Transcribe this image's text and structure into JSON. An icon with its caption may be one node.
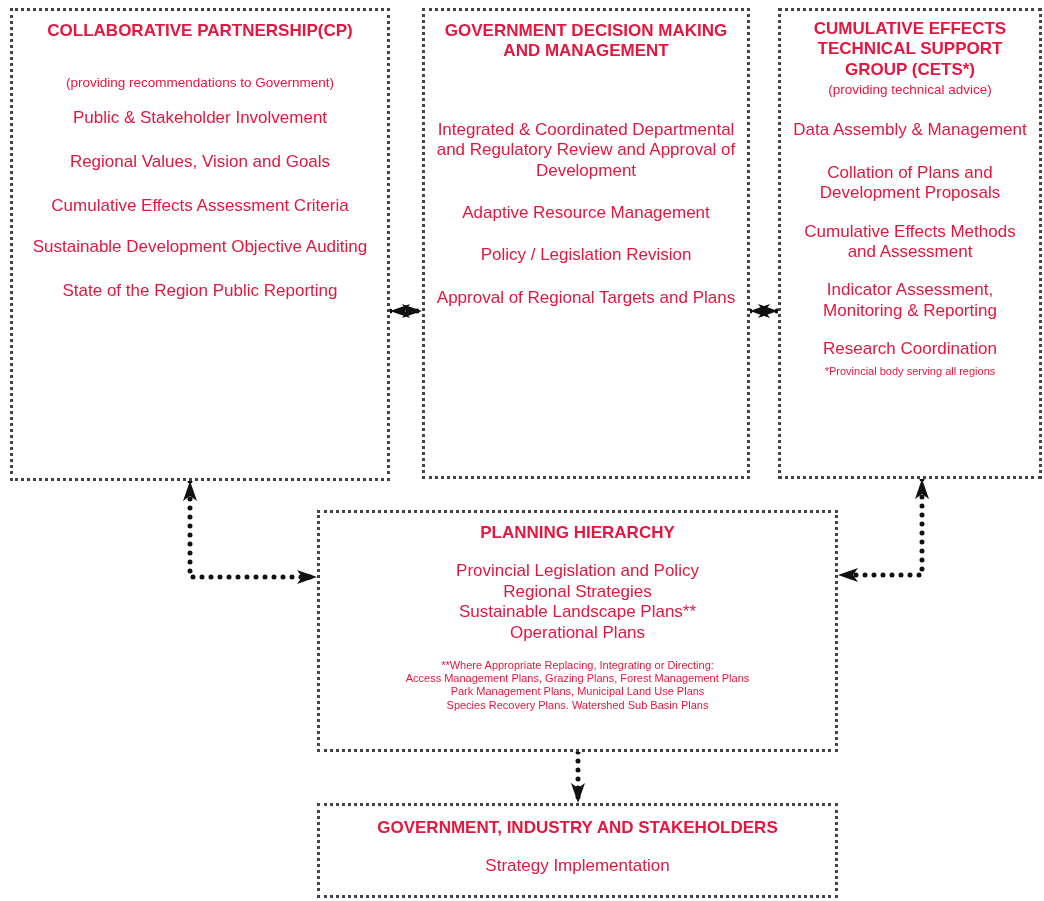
{
  "diagram": {
    "nodes": [
      {
        "text": [
          "COLLABORATIVE PARTNERSHIP(CP)",
          "(providing recommendations to Government)",
          "Public & Stakeholder Involvement",
          "Regional Values, Vision and Goals",
          "Cumulative Effects Assessment Criteria",
          "Sustainable Development Objective Auditing",
          "State of the Region Public Reporting"
        ]
      },
      {
        "text": [
          "GOVERNMENT DECISION MAKING AND MANAGEMENT",
          "Integrated & Coordinated Departmental and Regulatory Review and Approval of Development",
          "Adaptive Resource Management",
          "Policy / Legislation Revision",
          "Approval of Regional Targets and Plans"
        ]
      },
      {
        "text": [
          "CUMULATIVE EFFECTS TECHNICAL SUPPORT GROUP (CETS*)",
          "(providing technical advice)",
          "Data Assembly & Management",
          "Collation of Plans and Development Proposals",
          "Cumulative Effects Methods and Assessment",
          "Indicator Assessment, Monitoring & Reporting",
          "Research Coordination",
          "*Provincial body serving all regions"
        ]
      },
      {
        "text": [
          "PLANNING HIERARCHY",
          "Provincial Legislation and Policy",
          "Regional Strategies",
          "Sustainable Landscape Plans**",
          "Operational Plans",
          "**Where Appropriate Replacing, Integrating or Directing:",
          "Access Management Plans, Grazing Plans, Forest Management Plans",
          "Park Management Plans, Municipal Land Use Plans",
          "Species Recovery Plans. Watershed Sub Basin Plans"
        ]
      },
      {
        "text": [
          "GOVERNMENT, INDUSTRY AND STAKEHOLDERS",
          "Strategy Implementation"
        ]
      }
    ],
    "edges": [
      {
        "from": 0,
        "to": 1,
        "arrow": "both"
      },
      {
        "from": 1,
        "to": 2,
        "arrow": "both"
      },
      {
        "from": 0,
        "to": 3,
        "arrow": "both"
      },
      {
        "from": 2,
        "to": 3,
        "arrow": "both"
      },
      {
        "from": 3,
        "to": 4,
        "arrow": "to"
      }
    ]
  }
}
